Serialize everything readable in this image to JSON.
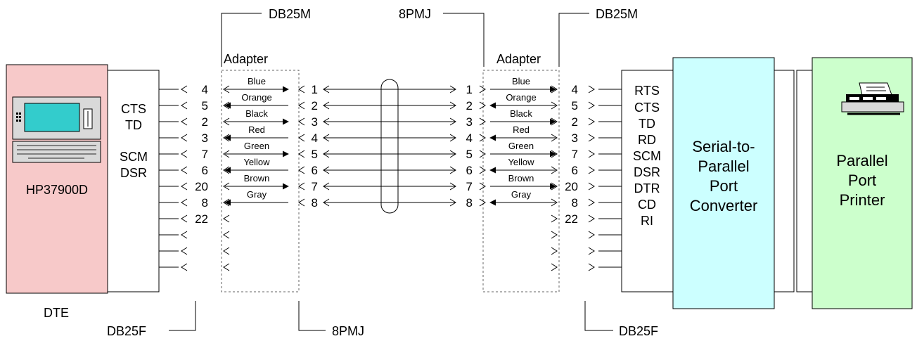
{
  "labels": {
    "top_db25m_left": "DB25M",
    "top_8pmj": "8PMJ",
    "top_db25m_right": "DB25M",
    "bottom_db25f_left": "DB25F",
    "bottom_8pmj": "8PMJ",
    "bottom_db25f_right": "DB25F",
    "adapter_left": "Adapter",
    "adapter_right": "Adapter",
    "dte_caption": "DTE"
  },
  "hp": {
    "name": "HP37900D",
    "color": "#f7c9c9"
  },
  "left_signals": [
    "CTS",
    "TD",
    "SCM",
    "DSR"
  ],
  "right_signals": [
    "RTS",
    "CTS",
    "TD",
    "RD",
    "SCM",
    "DSR",
    "DTR",
    "CD",
    "RI"
  ],
  "db25_pins_left": [
    "4",
    "5",
    "2",
    "3",
    "7",
    "6",
    "20",
    "8",
    "22"
  ],
  "db25_pins_right": [
    "4",
    "5",
    "2",
    "3",
    "7",
    "6",
    "20",
    "8",
    "22"
  ],
  "rj_pins": [
    "1",
    "2",
    "3",
    "4",
    "5",
    "6",
    "7",
    "8"
  ],
  "wires": [
    {
      "color": "Blue",
      "left_dir": "right",
      "right_dir": "right"
    },
    {
      "color": "Orange",
      "left_dir": "left",
      "right_dir": "left"
    },
    {
      "color": "Black",
      "left_dir": "right",
      "right_dir": "right"
    },
    {
      "color": "Red",
      "left_dir": "left",
      "right_dir": "left"
    },
    {
      "color": "Green",
      "left_dir": "right",
      "right_dir": "right"
    },
    {
      "color": "Yellow",
      "left_dir": "left",
      "right_dir": "left"
    },
    {
      "color": "Brown",
      "left_dir": "right",
      "right_dir": "right"
    },
    {
      "color": "Gray",
      "left_dir": "left",
      "right_dir": "left"
    }
  ],
  "converter": {
    "lines": [
      "Serial-to-",
      "Parallel",
      "Port",
      "Converter"
    ],
    "color": "#ccffff"
  },
  "printer": {
    "lines": [
      "Parallel",
      "Port",
      "Printer"
    ],
    "color": "#ccffcc"
  }
}
